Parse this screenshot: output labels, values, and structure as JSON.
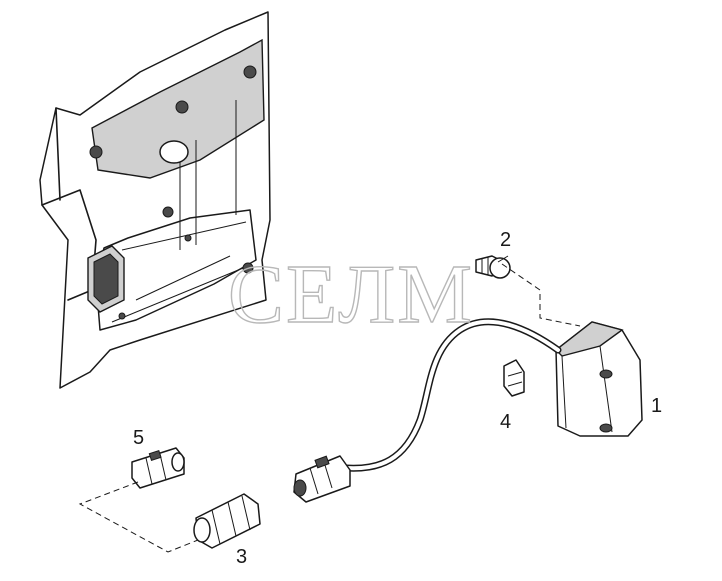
{
  "watermark": "СЕЛМ",
  "callouts": [
    "1",
    "2",
    "3",
    "4",
    "5"
  ]
}
